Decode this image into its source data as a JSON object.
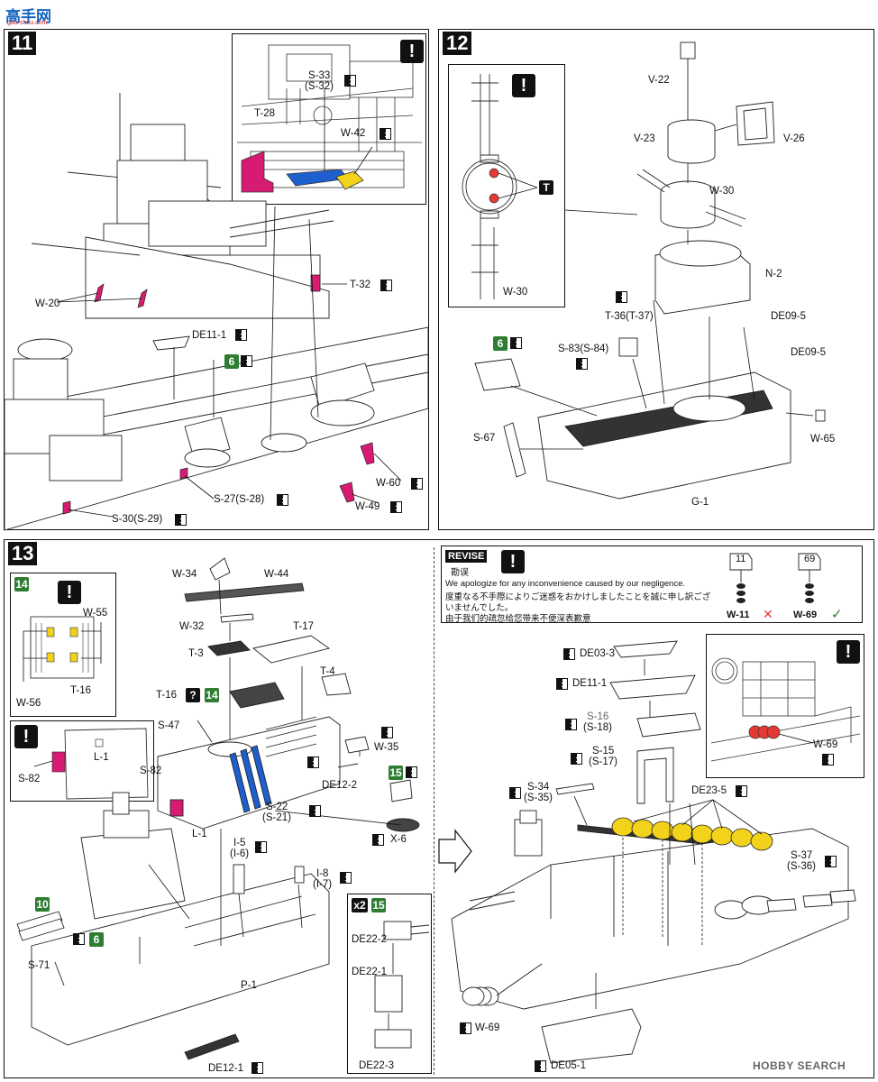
{
  "brand": {
    "logo_text": "高手网",
    "logo_url_text": "gao-shou.com",
    "watermark": "HOBBY SEARCH"
  },
  "step11": {
    "number": "11",
    "labels": {
      "s33": "S-33",
      "s32": "(S-32)",
      "t28": "T-28",
      "w42": "W-42",
      "w20": "W-20",
      "t32": "T-32",
      "de11_1": "DE11-1",
      "badge6": "6",
      "w60": "W-60",
      "w49": "W-49",
      "s27": "S-27(S-28)",
      "s30": "S-30(S-29)"
    }
  },
  "step12": {
    "number": "12",
    "labels": {
      "v22": "V-22",
      "v23": "V-23",
      "v26": "V-26",
      "w30a": "W-30",
      "w30b": "W-30",
      "n2": "N-2",
      "t36": "T-36(T-37)",
      "de09_5a": "DE09-5",
      "de09_5b": "DE09-5",
      "s83": "S-83(S-84)",
      "badge6": "6",
      "s67": "S-67",
      "w65": "W-65",
      "g1": "G-1"
    }
  },
  "step13": {
    "number": "13",
    "labels": {
      "badge14": "14",
      "w55": "W-55",
      "w56": "W-56",
      "t16": "T-16",
      "s82a": "S-82",
      "l1a": "L-1",
      "w34": "W-34",
      "w44": "W-44",
      "w32": "W-32",
      "t17": "T-17",
      "t3": "T-3",
      "t4": "T-4",
      "t16b": "T-16",
      "qmark": "?",
      "badge14b": "14",
      "s47": "S-47",
      "w35": "W-35",
      "de12_2": "DE12-2",
      "badge15": "15",
      "s82b": "S-82",
      "l1b": "L-1",
      "s22": "S-22",
      "s21": "(S-21)",
      "x6": "X-6",
      "i5": "I-5",
      "i6": "(I-6)",
      "i8": "I-8",
      "i7": "(I-7)",
      "badge10": "10",
      "badge6": "6",
      "s71": "S-71",
      "p1": "P-1",
      "de12_1": "DE12-1",
      "x2": "x2",
      "badge15b": "15",
      "de22_2": "DE22-2",
      "de22_1": "DE22-1",
      "de22_3": "DE22-3"
    },
    "revise": {
      "title": "REVISE",
      "subtitle": "勘误",
      "line_en": "We apologize for any inconvenience caused by our negligence.",
      "line_jp1": "度重なる不手際によりご迷惑をおかけしましたことを誠に申し訳ござ",
      "line_jp2": "いませんでした。",
      "line_cn": "由于我们的疏忽给您带来不便深表歉意",
      "tag_wrong": "11",
      "tag_right": "69",
      "wrong_label": "W-11",
      "right_label": "W-69",
      "wrong_mark": "✕",
      "right_mark": "✓"
    },
    "right_labels": {
      "de03_3": "DE03-3",
      "de11_1": "DE11-1",
      "s16": "S-16",
      "s18": "(S-18)",
      "s15": "S-15",
      "s17": "(S-17)",
      "s34": "S-34",
      "s35": "(S-35)",
      "de23_5": "DE23-5",
      "s37": "S-37",
      "s36": "(S-36)",
      "w69a": "W-69",
      "w69b": "W-69",
      "de05_1": "DE05-1"
    }
  },
  "colors": {
    "magenta": "#d81b72",
    "blue": "#1e5fd0",
    "yellow": "#f2d21b",
    "red": "#e53935",
    "green": "#2e7d32"
  }
}
